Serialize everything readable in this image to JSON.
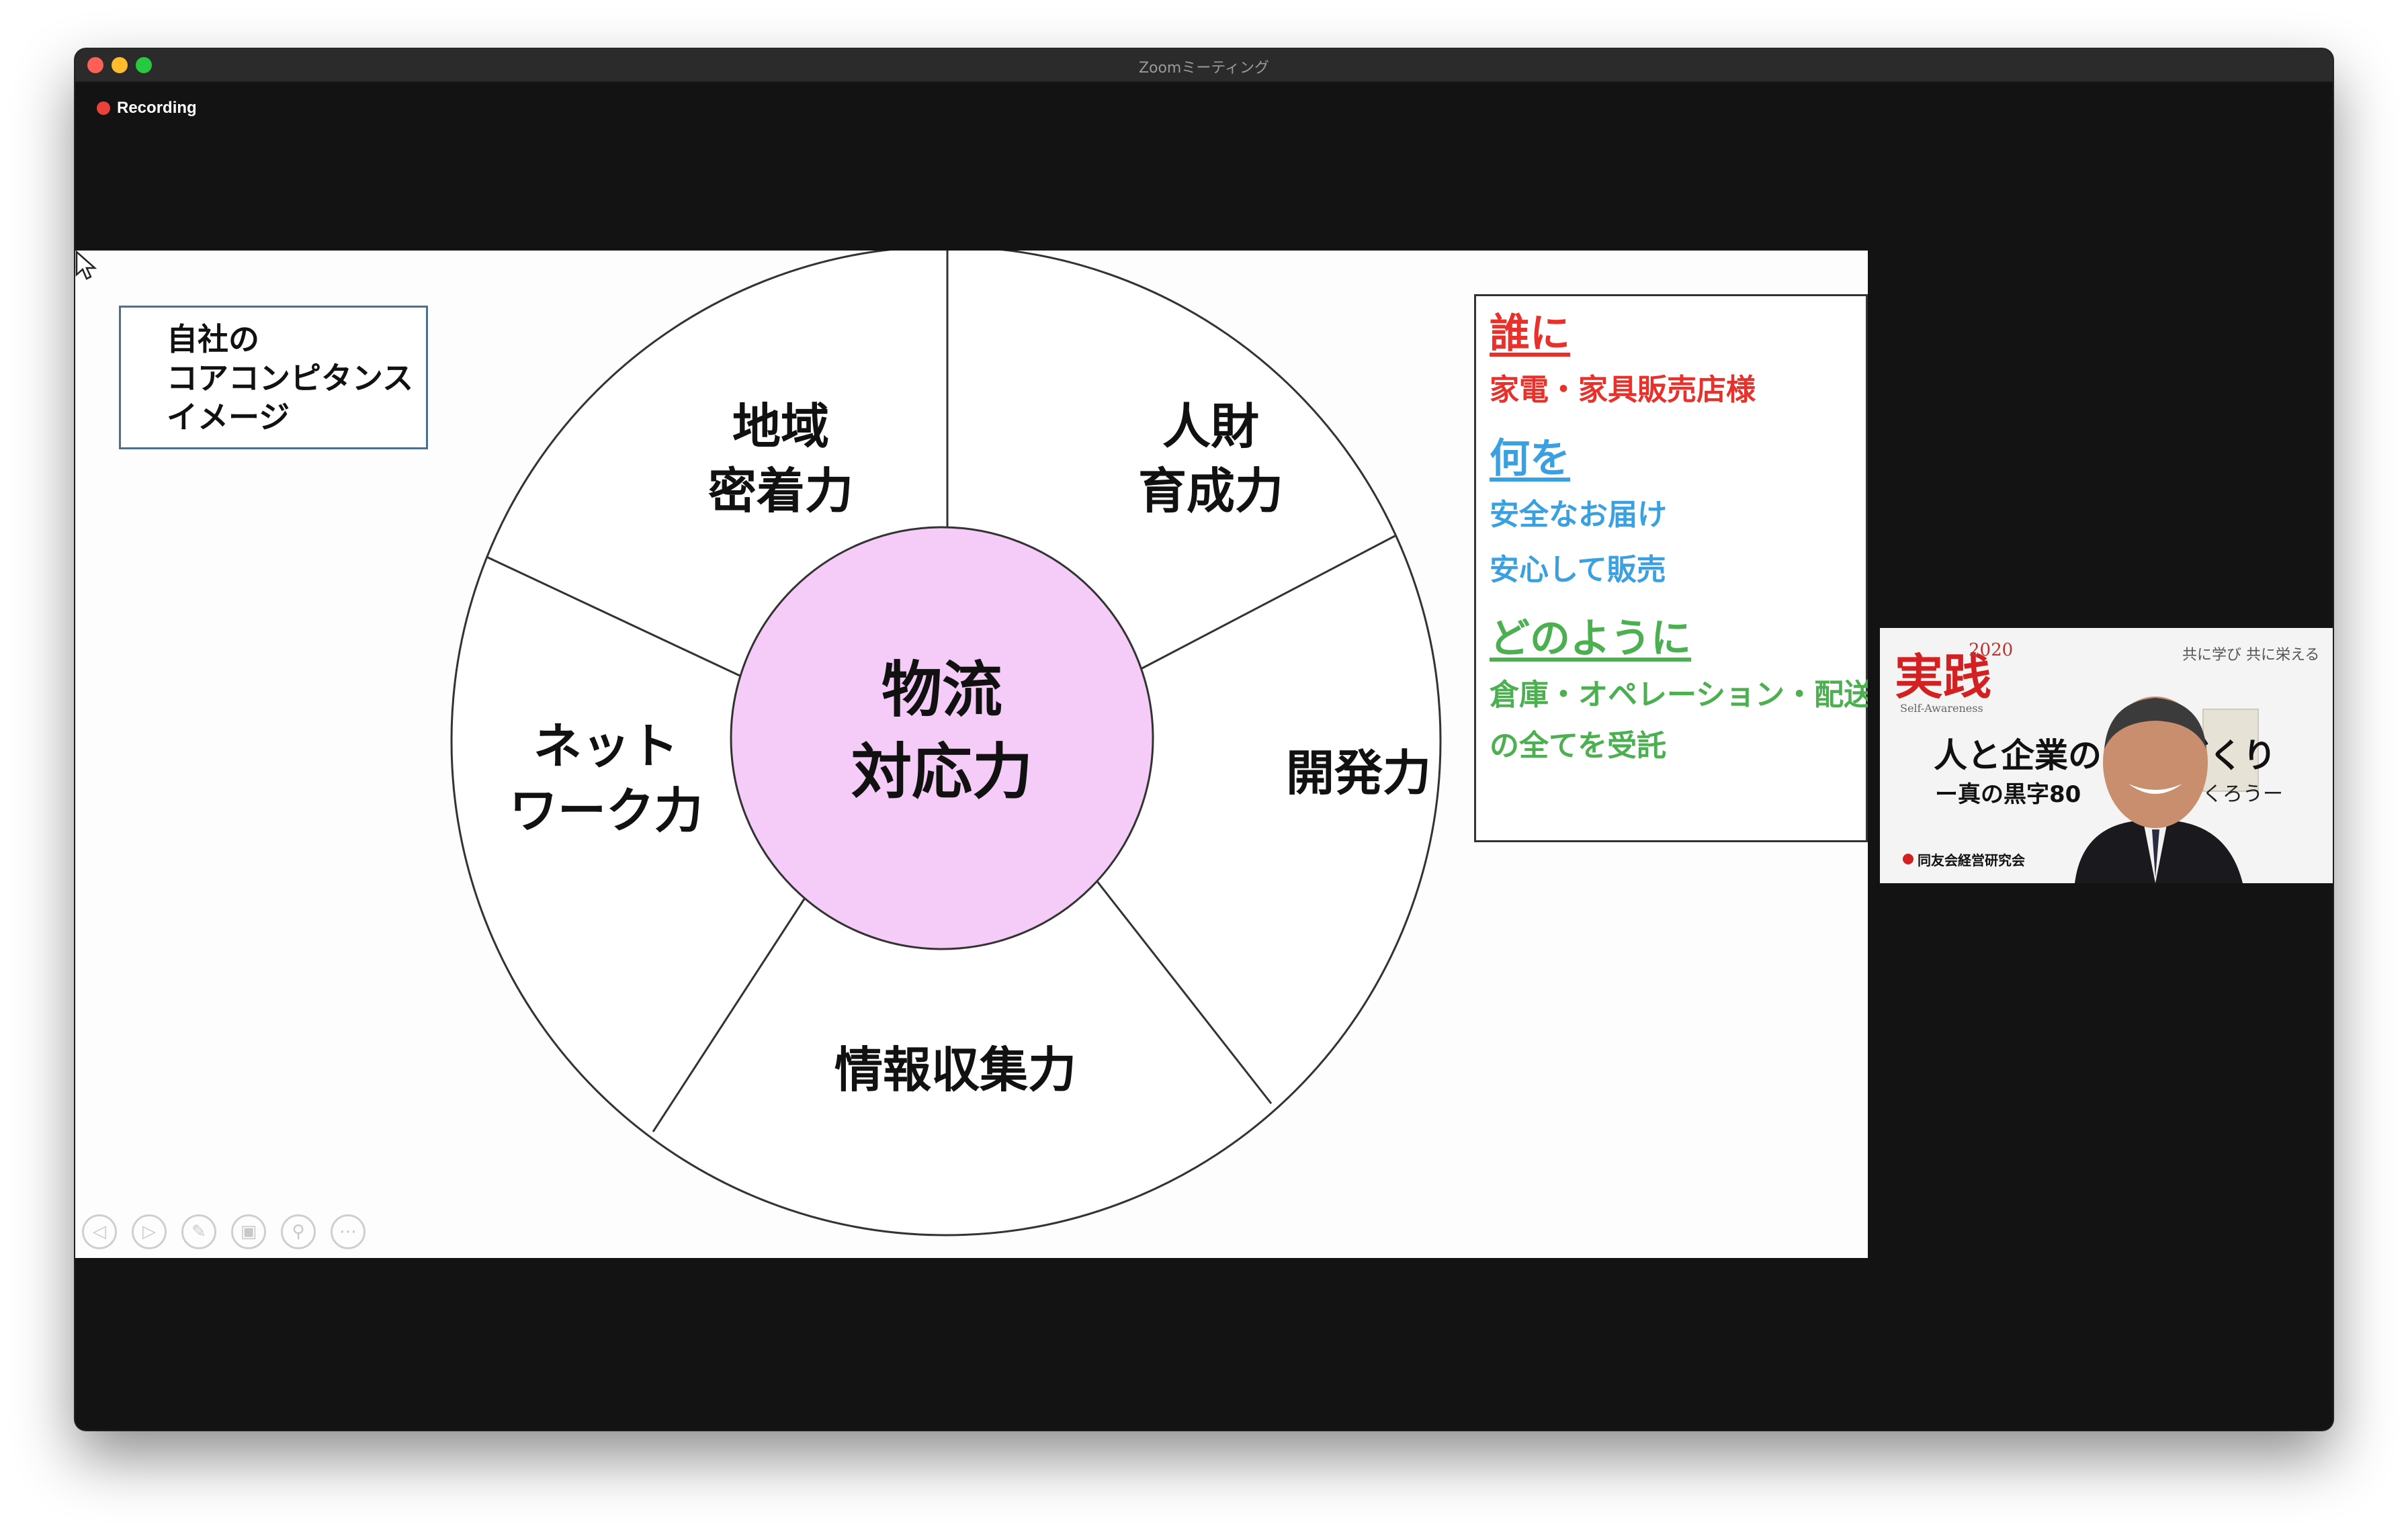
{
  "window": {
    "title": "Zoomミーティング",
    "recording_label": "Recording",
    "colors": {
      "close": "#fe5f57",
      "minimize": "#febc2e",
      "zoom": "#28c840"
    }
  },
  "slide": {
    "caption_lines": [
      "自社の",
      "コアコンピタンス",
      "イメージ"
    ],
    "center_lines": [
      "物流",
      "対応力"
    ],
    "center_color": "#f5ccf8",
    "segments": [
      {
        "lines": [
          "地域",
          "密着力"
        ]
      },
      {
        "lines": [
          "人財",
          "育成力"
        ]
      },
      {
        "lines": [
          "開発力"
        ]
      },
      {
        "lines": [
          "情報収集力"
        ]
      },
      {
        "lines": [
          "ネット",
          "ワーク力"
        ]
      }
    ],
    "who": {
      "heading": "誰に",
      "heading_color": "#e8312a",
      "items": [
        "家電・家具販売店様"
      ]
    },
    "what": {
      "heading": "何を",
      "heading_color": "#3aa0e0",
      "items": [
        "安全なお届け",
        "安心して販売"
      ]
    },
    "how": {
      "heading": "どのように",
      "heading_color": "#4caf50",
      "items": [
        "倉庫・オペレーション・配送",
        "の全てを受託"
      ]
    },
    "tools": [
      "previous-icon",
      "next-icon",
      "pen-icon",
      "slides-icon",
      "zoom-icon",
      "more-icon"
    ]
  },
  "video": {
    "badge": "実践",
    "year": "2020",
    "subtitle": "Self-Awareness",
    "motto": "共に学び 共に栄える",
    "headline": "人と企業の",
    "headline_tail": "づくり",
    "subline": "ー真の黒字80",
    "subline_tail": "つくろうー",
    "org": "同友会経営研究会"
  }
}
